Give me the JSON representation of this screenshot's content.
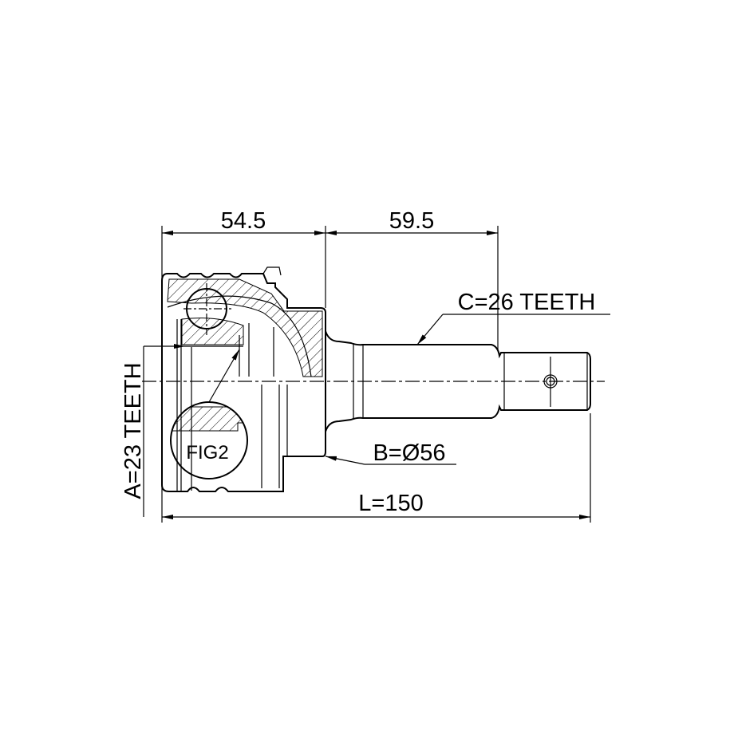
{
  "drawing": {
    "dimensions": {
      "housing_length": "54.5",
      "shaft_length": "59.5",
      "total_length": "L=150",
      "outer_diameter": "B=Ø56",
      "outer_teeth": "C=26 TEETH",
      "inner_teeth": "A=23 TEETH"
    },
    "detail_label": "FIG2"
  }
}
